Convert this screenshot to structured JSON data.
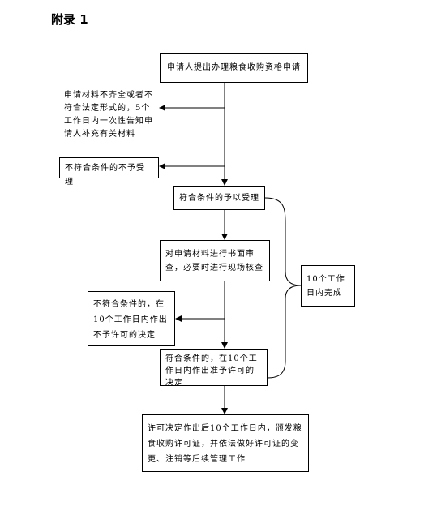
{
  "heading": "附录 1",
  "boxes": {
    "apply": "申请人提出办理粮食收购资格申请",
    "incomplete": "申请材料不齐全或者不符合法定形式的，5个工作日内一次性告知申请人补充有关材料",
    "reject": "不符合条件的不予受理",
    "accept": "符合条件的予以受理",
    "review": "对申请材料进行书面审查，必要时进行现场核查",
    "deadline": "10个工作日内完成",
    "deny": "不符合条件的，在10个工作日内作出不予许可的决定",
    "grant": "符合条件的，在10个工作日内作出准予许可的决定",
    "issue": "许可决定作出后10个工作日内，颁发粮食收购许可证，并依法做好许可证的变更、注销等后续管理工作"
  }
}
